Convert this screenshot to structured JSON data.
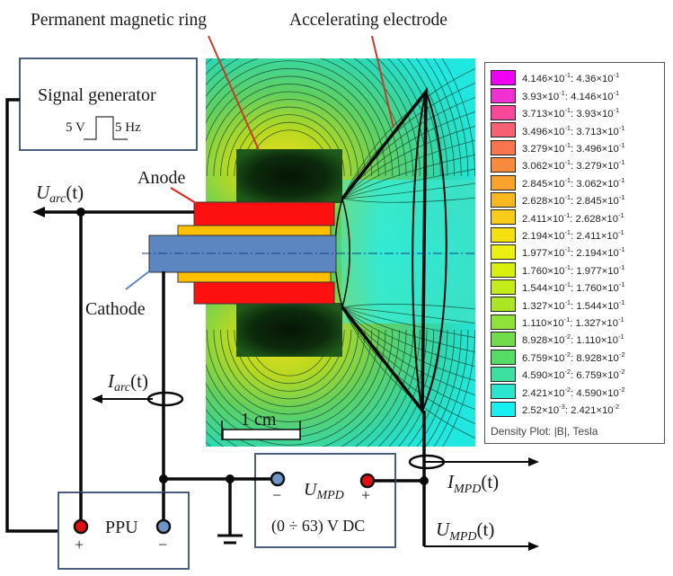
{
  "labels": {
    "magnet_ring": "Permanent magnetic ring",
    "accel_electrode": "Accelerating electrode",
    "anode": "Anode",
    "cathode": "Cathode",
    "scale_bar": "1 cm"
  },
  "signal_generator": {
    "title": "Signal generator",
    "amplitude": "5 V",
    "frequency": "5 Hz"
  },
  "ppu": {
    "title": "PPU",
    "plus": "+",
    "minus": "−"
  },
  "mpd_supply": {
    "symbol_main": "U",
    "symbol_sub": "MPD",
    "range": "(0 ÷ 63) V DC",
    "plus": "+",
    "minus": "−"
  },
  "signals": {
    "u_arc": {
      "main": "U",
      "sub": "arc",
      "arg": "(t)"
    },
    "i_arc": {
      "main": "I",
      "sub": "arc",
      "arg": "(t)"
    },
    "i_mpd": {
      "main": "I",
      "sub": "MPD",
      "arg": "(t)"
    },
    "u_mpd": {
      "main": "U",
      "sub": "MPD",
      "arg": "(t)"
    }
  },
  "legend": {
    "title": "Density Plot: |B|, Tesla",
    "entries": [
      {
        "color": "#f000f4",
        "lo": "4.146",
        "lo_exp": "-1",
        "hi": "4.36",
        "hi_exp": "-1"
      },
      {
        "color": "#f030d0",
        "lo": "3.93",
        "lo_exp": "-1",
        "hi": "4.146",
        "hi_exp": "-1"
      },
      {
        "color": "#f7489a",
        "lo": "3.713",
        "lo_exp": "-1",
        "hi": "3.93",
        "hi_exp": "-1"
      },
      {
        "color": "#f76070",
        "lo": "3.496",
        "lo_exp": "-1",
        "hi": "3.713",
        "hi_exp": "-1"
      },
      {
        "color": "#f8764e",
        "lo": "3.279",
        "lo_exp": "-1",
        "hi": "3.496",
        "hi_exp": "-1"
      },
      {
        "color": "#f88c3c",
        "lo": "3.062",
        "lo_exp": "-1",
        "hi": "3.279",
        "hi_exp": "-1"
      },
      {
        "color": "#f9a22c",
        "lo": "2.845",
        "lo_exp": "-1",
        "hi": "3.062",
        "hi_exp": "-1"
      },
      {
        "color": "#f9b820",
        "lo": "2.628",
        "lo_exp": "-1",
        "hi": "2.845",
        "hi_exp": "-1"
      },
      {
        "color": "#f8cc18",
        "lo": "2.411",
        "lo_exp": "-1",
        "hi": "2.628",
        "hi_exp": "-1"
      },
      {
        "color": "#f4e010",
        "lo": "2.194",
        "lo_exp": "-1",
        "hi": "2.411",
        "hi_exp": "-1"
      },
      {
        "color": "#eaf010",
        "lo": "1.977",
        "lo_exp": "-1",
        "hi": "2.194",
        "hi_exp": "-1"
      },
      {
        "color": "#d8f010",
        "lo": "1.760",
        "lo_exp": "-1",
        "hi": "1.977",
        "hi_exp": "-1"
      },
      {
        "color": "#c4ec18",
        "lo": "1.544",
        "lo_exp": "-1",
        "hi": "1.760",
        "hi_exp": "-1"
      },
      {
        "color": "#aae624",
        "lo": "1.327",
        "lo_exp": "-1",
        "hi": "1.544",
        "hi_exp": "-1"
      },
      {
        "color": "#8ee238",
        "lo": "1.110",
        "lo_exp": "-1",
        "hi": "1.327",
        "hi_exp": "-1"
      },
      {
        "color": "#70dc4c",
        "lo": "8.928",
        "lo_exp": "-2",
        "hi": "1.110",
        "hi_exp": "-1"
      },
      {
        "color": "#54dc64",
        "lo": "6.759",
        "lo_exp": "-2",
        "hi": "8.928",
        "hi_exp": "-2"
      },
      {
        "color": "#3ee0a0",
        "lo": "4.590",
        "lo_exp": "-2",
        "hi": "6.759",
        "hi_exp": "-2"
      },
      {
        "color": "#2ae6cc",
        "lo": "2.421",
        "lo_exp": "-2",
        "hi": "4.590",
        "hi_exp": "-2"
      },
      {
        "color": "#18f0f0",
        "lo": "2.52",
        "lo_exp": "-3",
        "hi": "2.421",
        "hi_exp": "-2"
      }
    ]
  },
  "colors": {
    "anode": "#ff1010",
    "insulator": "#ffc000",
    "cathode": "#5b86c0",
    "plus_terminal": "#e01010",
    "minus_terminal": "#6f94c8",
    "box_border": "#4a5d7a",
    "leader_red": "#c83a2a",
    "leader_blue": "#5b86c0"
  }
}
